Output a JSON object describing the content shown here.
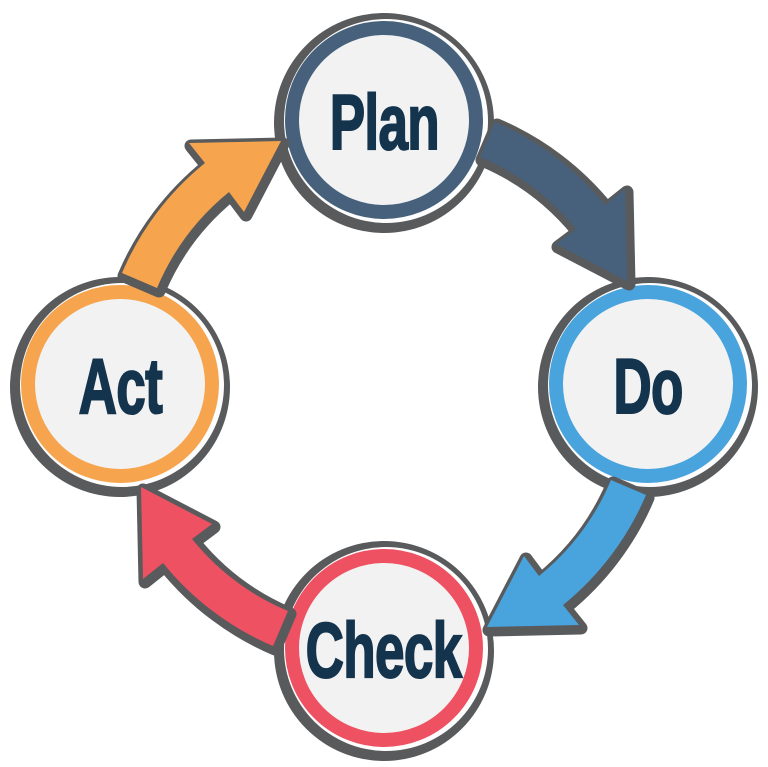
{
  "diagram": {
    "type": "cycle-diagram",
    "steps": [
      {
        "id": "plan",
        "label": "Plan",
        "color": "#47617c"
      },
      {
        "id": "do",
        "label": "Do",
        "color": "#49a3dc"
      },
      {
        "id": "check",
        "label": "Check",
        "color": "#ee5162"
      },
      {
        "id": "act",
        "label": "Act",
        "color": "#f6a54e"
      }
    ],
    "arrows": [
      {
        "from": "Plan",
        "to": "Do",
        "color": "#47617c"
      },
      {
        "from": "Do",
        "to": "Check",
        "color": "#49a3dc"
      },
      {
        "from": "Check",
        "to": "Act",
        "color": "#ee5162"
      },
      {
        "from": "Act",
        "to": "Plan",
        "color": "#f6a54e"
      }
    ],
    "colors": {
      "outline": "#595a5c",
      "circle_fill": "#f2f2f3",
      "label_text": "#14344e",
      "background": "#ffffff",
      "highlight": "#fdfdfe"
    }
  }
}
